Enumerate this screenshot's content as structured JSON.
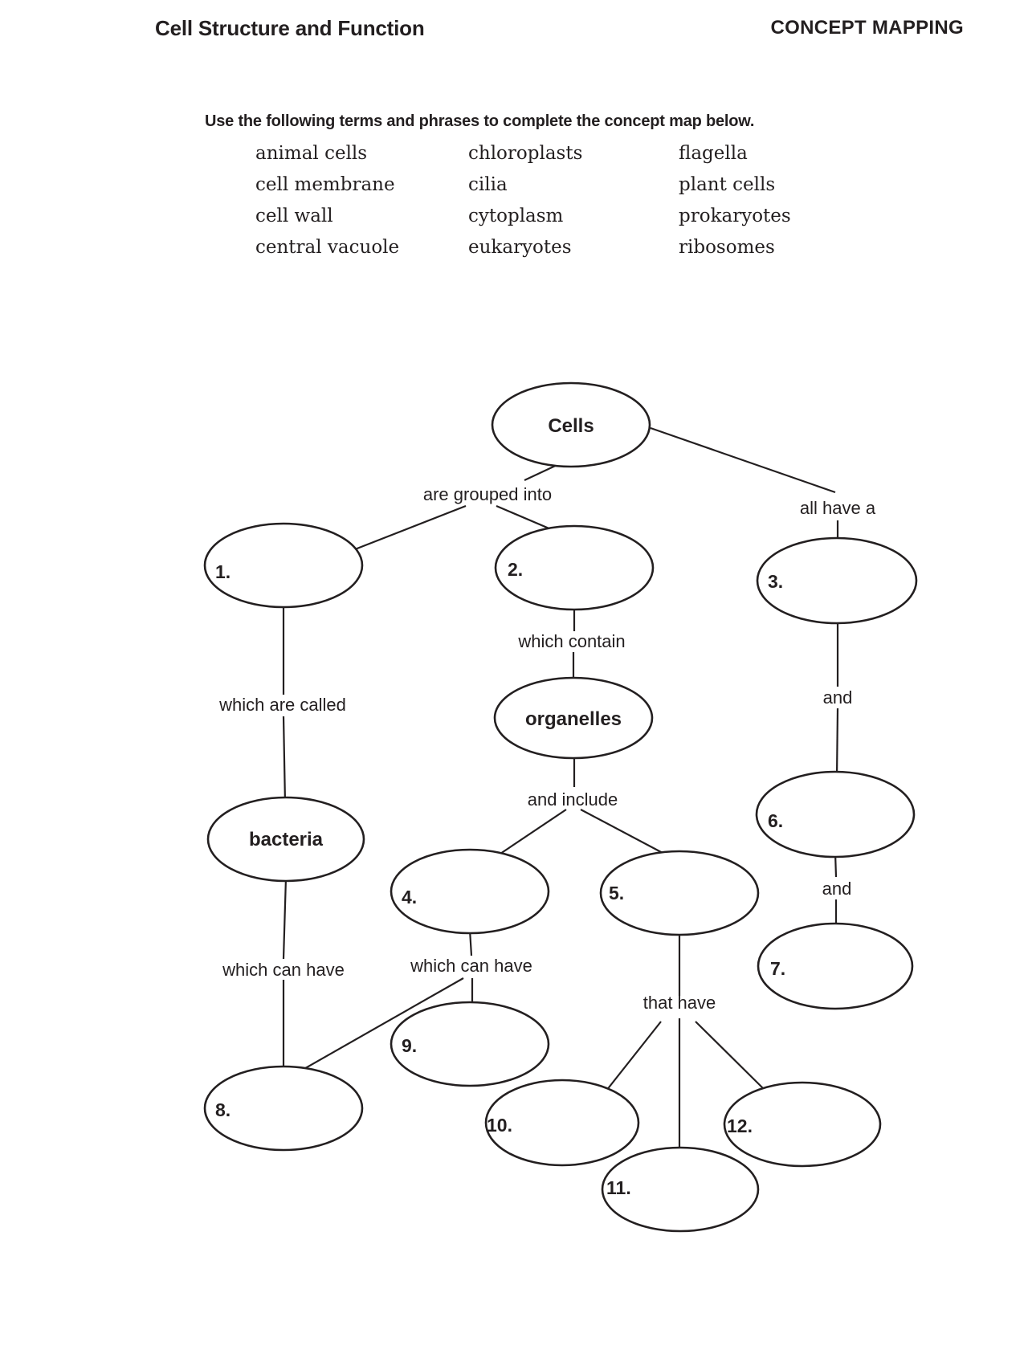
{
  "header": {
    "left_title": "Cell Structure and Function",
    "right_title": "CONCEPT MAPPING"
  },
  "instructions": {
    "text": "Use the following terms and phrases to complete the concept map below."
  },
  "word_bank": {
    "columns": [
      [
        "animal cells",
        "cell membrane",
        "cell wall",
        "central vacuole"
      ],
      [
        "chloroplasts",
        "cilia",
        "cytoplasm",
        "eukaryotes"
      ],
      [
        "flagella",
        "plant cells",
        "prokaryotes",
        "ribosomes"
      ]
    ]
  },
  "map": {
    "nodes": {
      "cells": {
        "label": "Cells"
      },
      "organelles": {
        "label": "organelles"
      },
      "bacteria": {
        "label": "bacteria"
      },
      "n1": {
        "number": "1."
      },
      "n2": {
        "number": "2."
      },
      "n3": {
        "number": "3."
      },
      "n4": {
        "number": "4."
      },
      "n5": {
        "number": "5."
      },
      "n6": {
        "number": "6."
      },
      "n7": {
        "number": "7."
      },
      "n8": {
        "number": "8."
      },
      "n9": {
        "number": "9."
      },
      "n10": {
        "number": "10."
      },
      "n11": {
        "number": "11."
      },
      "n12": {
        "number": "12."
      }
    },
    "edge_labels": {
      "are_grouped_into": "are grouped into",
      "all_have_a": "all have a",
      "which_contain": "which contain",
      "which_are_called": "which are called",
      "and_1": "and",
      "and_include": "and include",
      "and_2": "and",
      "which_can_have_left": "which can have",
      "which_can_have_mid": "which can have",
      "that_have": "that have"
    }
  }
}
